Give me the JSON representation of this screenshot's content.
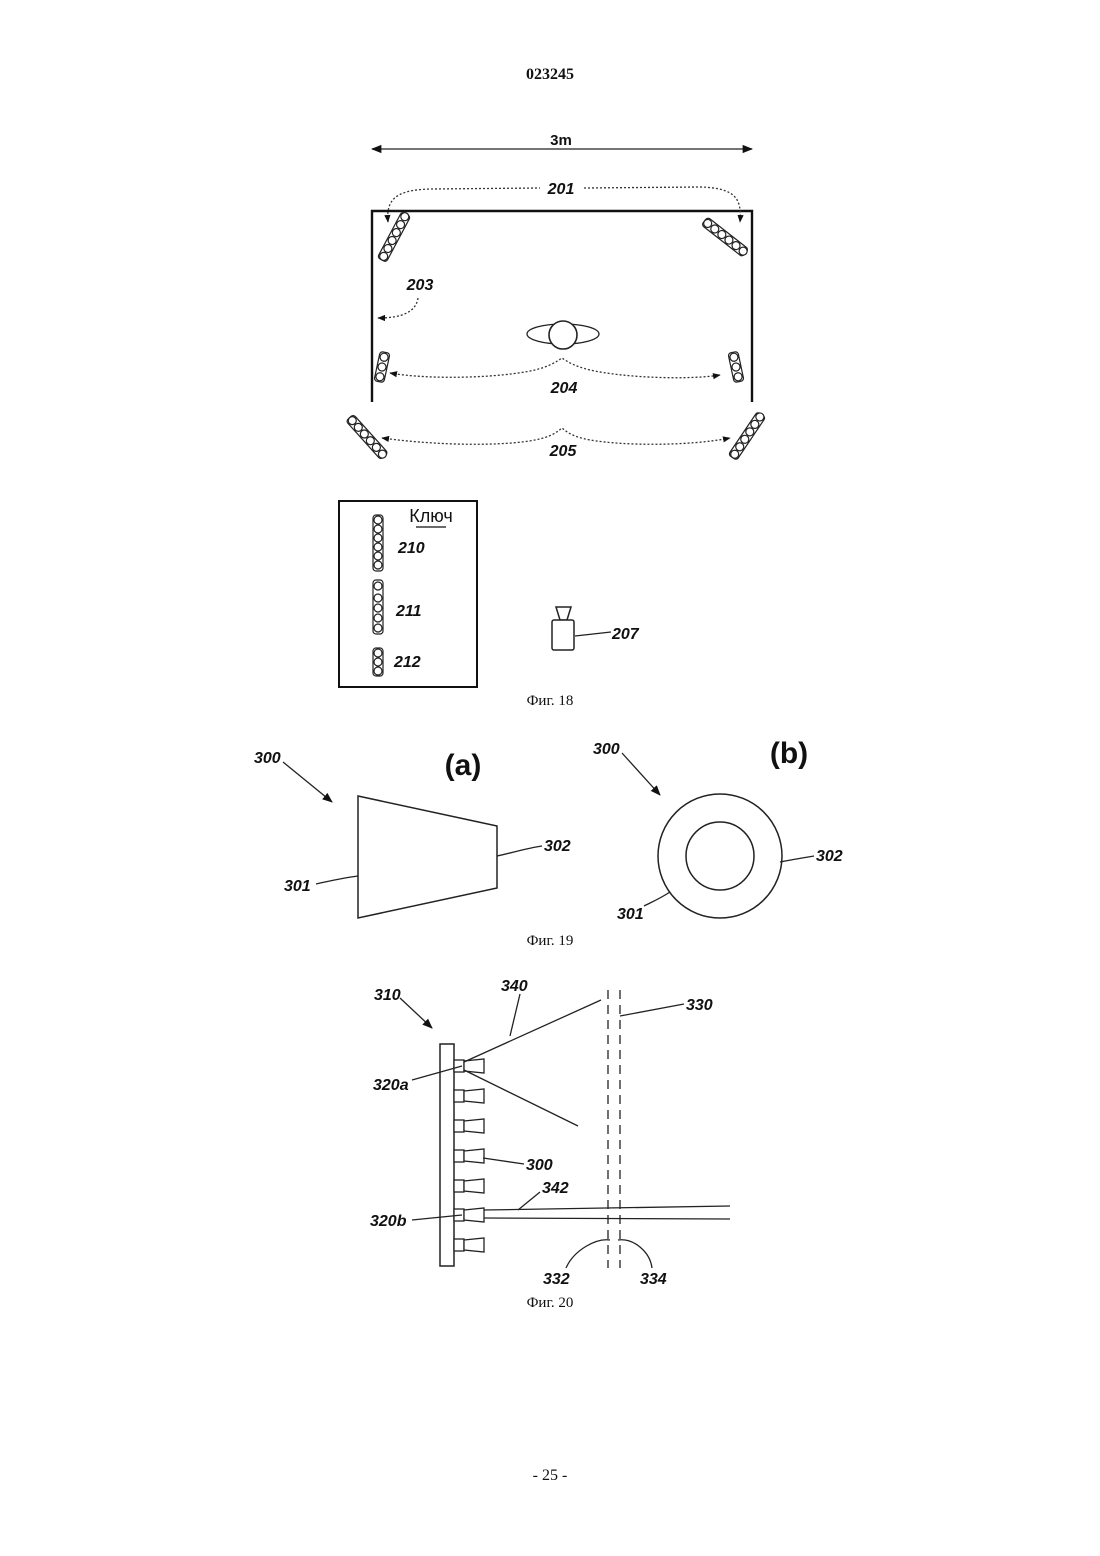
{
  "document": {
    "patent_number": "023245",
    "page_label": "- 25 -"
  },
  "fig18": {
    "caption": "Фиг. 18",
    "width_label": "3m",
    "labels": {
      "lights_top": "201",
      "wall": "203",
      "lights_middle": "204",
      "lights_bottom": "205",
      "camera": "207"
    },
    "key": {
      "title": "Ключ",
      "items": [
        "210",
        "211",
        "212"
      ]
    }
  },
  "fig19": {
    "caption": "Фиг. 19",
    "panel_a": {
      "tag": "(a)",
      "ref": "300",
      "inner": "301",
      "outer": "302"
    },
    "panel_b": {
      "tag": "(b)",
      "ref": "300",
      "inner": "301",
      "outer": "302"
    }
  },
  "fig20": {
    "caption": "Фиг. 20",
    "labels": {
      "assembly": "310",
      "beam_wide": "340",
      "plane": "330",
      "led_a": "320a",
      "cone": "300",
      "beam_narrow": "342",
      "led_b": "320b",
      "left_edge": "332",
      "right_edge": "334"
    }
  }
}
